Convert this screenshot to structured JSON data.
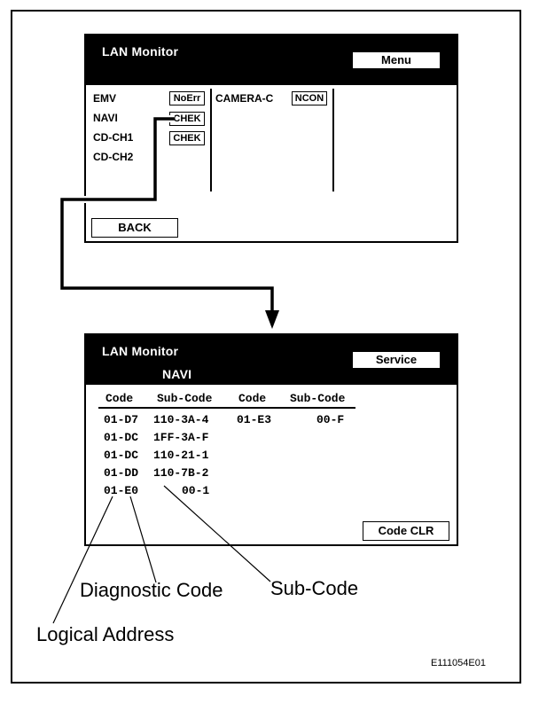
{
  "menu_screen": {
    "title": "LAN Monitor",
    "menu_button": "Menu",
    "devices": [
      {
        "name": "EMV",
        "status": "NoErr"
      },
      {
        "name": "NAVI",
        "status": "CHEK"
      },
      {
        "name": "CD-CH1",
        "status": "CHEK"
      },
      {
        "name": "CD-CH2",
        "status": ""
      }
    ],
    "device_col2": [
      {
        "name": "CAMERA-C",
        "status": "NCON"
      }
    ],
    "back_button": "BACK"
  },
  "service_screen": {
    "title": "LAN Monitor",
    "subtitle": "NAVI",
    "service_button": "Service",
    "headers": [
      "Code",
      "Sub-Code",
      "Code",
      "Sub-Code"
    ],
    "rows_left": [
      {
        "code": "01-D7",
        "sub": "110-3A-4"
      },
      {
        "code": "01-DC",
        "sub": "1FF-3A-F"
      },
      {
        "code": "01-DC",
        "sub": "110-21-1"
      },
      {
        "code": "01-DD",
        "sub": "110-7B-2"
      },
      {
        "code": "01-E0",
        "sub": "00-1"
      }
    ],
    "rows_right": [
      {
        "code": "01-E3",
        "sub": "00-F"
      }
    ],
    "code_clr_button": "Code CLR"
  },
  "callouts": {
    "diagnostic_code": "Diagnostic Code",
    "sub_code": "Sub-Code",
    "logical_address": "Logical Address"
  },
  "figure_id": "E111054E01"
}
